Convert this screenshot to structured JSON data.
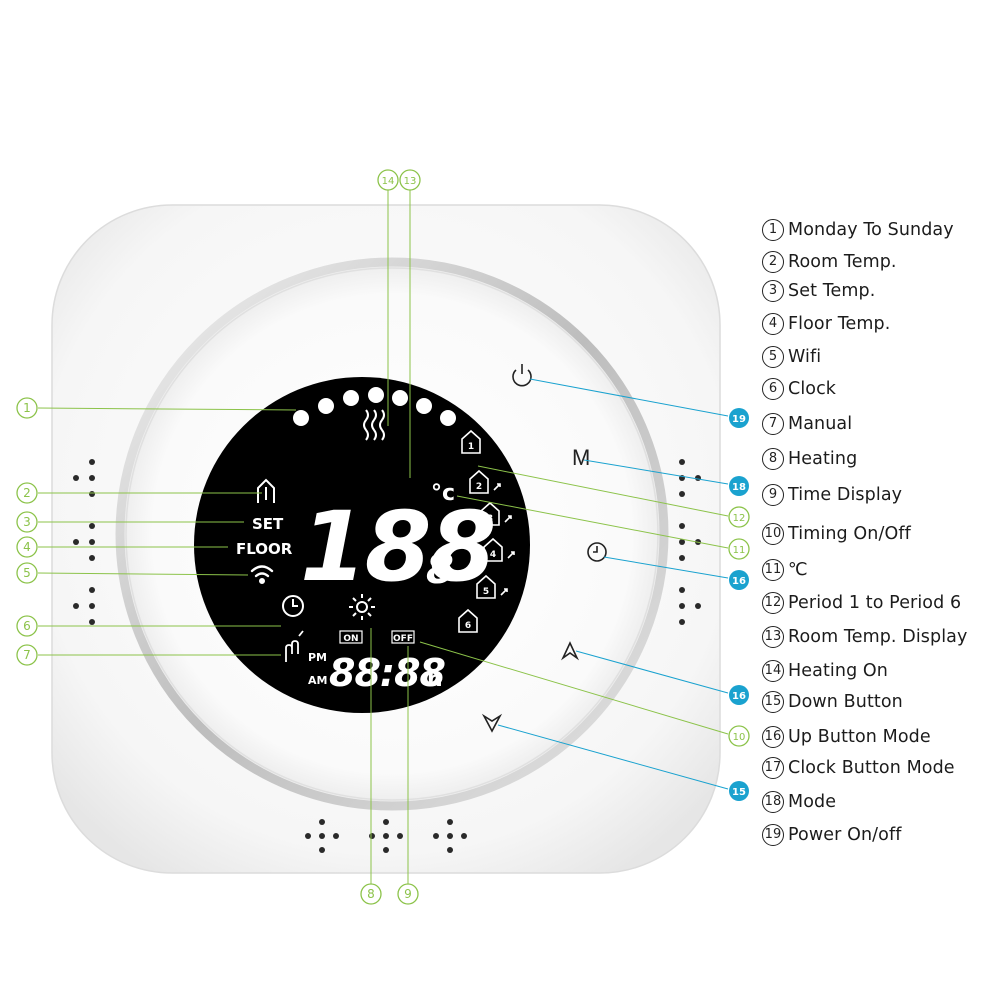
{
  "legend": [
    {
      "num": "1",
      "label": "Monday To Sunday"
    },
    {
      "num": "2",
      "label": "Room Temp."
    },
    {
      "num": "3",
      "label": "Set Temp."
    },
    {
      "num": "4",
      "label": "Floor Temp."
    },
    {
      "num": "5",
      "label": "Wifi"
    },
    {
      "num": "6",
      "label": "Clock"
    },
    {
      "num": "7",
      "label": "Manual"
    },
    {
      "num": "8",
      "label": "Heating"
    },
    {
      "num": "9",
      "label": "Time Display"
    },
    {
      "num": "10",
      "label": "Timing On/Off"
    },
    {
      "num": "11",
      "label": "℃"
    },
    {
      "num": "12",
      "label": "Period 1 to Period 6"
    },
    {
      "num": "13",
      "label": "Room Temp. Display"
    },
    {
      "num": "14",
      "label": "Heating On"
    },
    {
      "num": "15",
      "label": "Down Button"
    },
    {
      "num": "16",
      "label": "Up Button Mode"
    },
    {
      "num": "17",
      "label": "Clock Button Mode"
    },
    {
      "num": "18",
      "label": "Mode"
    },
    {
      "num": "19",
      "label": "Power On/off"
    }
  ],
  "lcd": {
    "days": [
      "1",
      "2",
      "3",
      "4",
      "5",
      "6",
      "7"
    ],
    "set_label": "SET",
    "floor_label": "FLOOR",
    "main_temp": "188",
    "main_decimal": "8",
    "unit": "°c",
    "pm_label": "PM",
    "am_label": "AM",
    "time": "88:88",
    "hour_suffix": "h",
    "on_label": "ON",
    "off_label": "OFF",
    "periods": [
      "1",
      "2",
      "3",
      "4",
      "5",
      "6"
    ]
  },
  "buttons": {
    "mode_label": "M"
  },
  "colors": {
    "left_callouts": "#8cc34a",
    "right_callouts": "#1aa2cf",
    "lcd_background": "#000000",
    "ring": "#c9c9c9"
  }
}
